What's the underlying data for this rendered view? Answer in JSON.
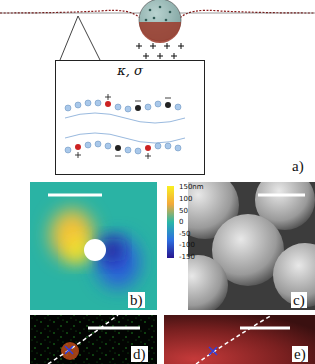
{
  "diagram": {
    "nodes": [
      {
        "text": [
          "κ, σ"
        ]
      }
    ],
    "labels": [
      "a)",
      "150nm",
      "100",
      "50",
      "0",
      "-50",
      "-100",
      "-150",
      "b)",
      "c)",
      "d)",
      "e)"
    ]
  }
}
